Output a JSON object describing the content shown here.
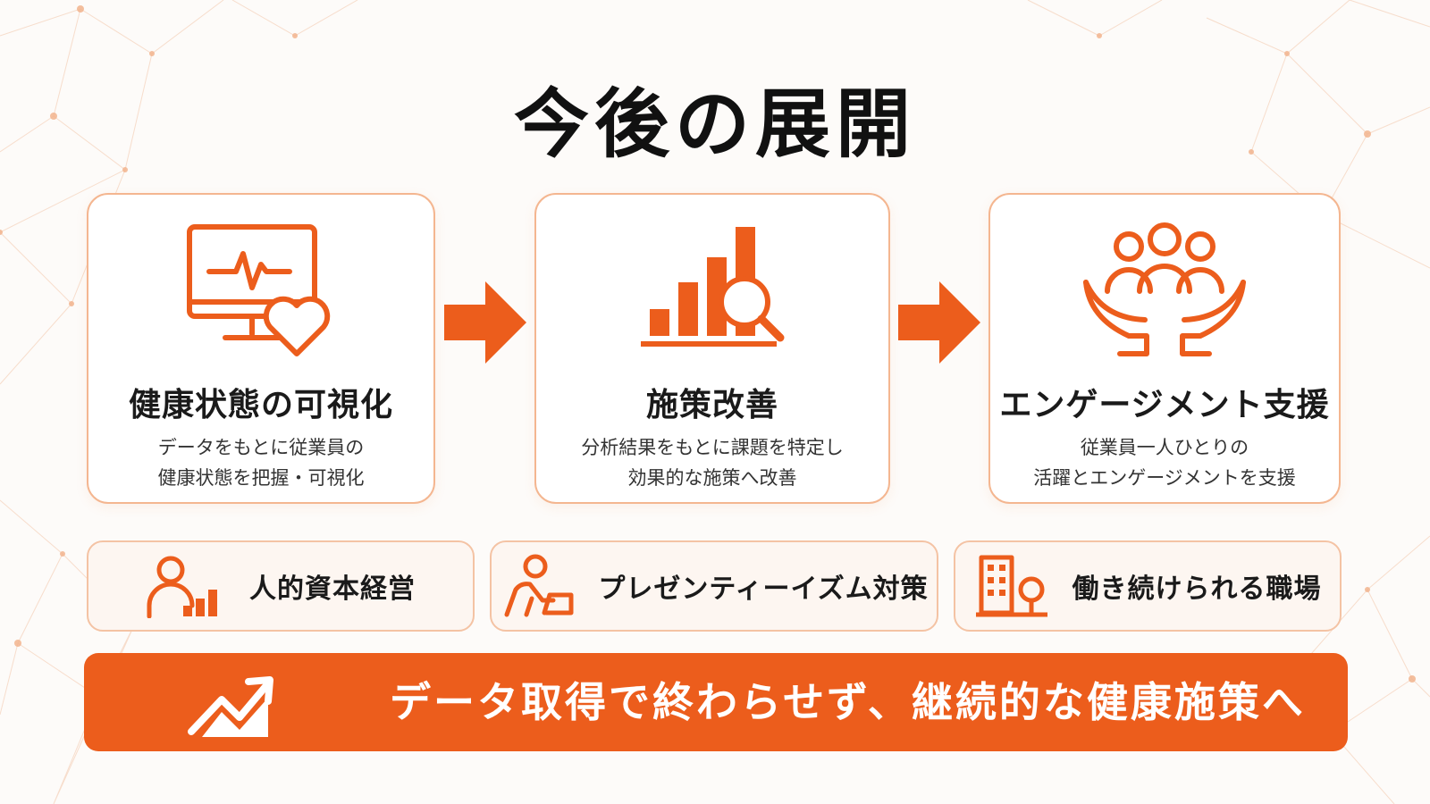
{
  "slide": {
    "title": "今後の展開",
    "accent_color": "#ec5d1c",
    "steps": [
      {
        "icon": "monitor-heart-icon",
        "title": "健康状態の可視化",
        "description": "データをもとに従業員の\n健康状態を把握・可視化"
      },
      {
        "icon": "bar-chart-magnifier-icon",
        "title": "施策改善",
        "description": "分析結果をもとに課題を特定し\n効果的な施策へ改善"
      },
      {
        "icon": "people-hands-icon",
        "title": "エンゲージメント支援",
        "description": "従業員一人ひとりの\n活躍とエンゲージメントを支援"
      }
    ],
    "pillars": [
      {
        "icon": "person-chart-icon",
        "label": "人的資本経営"
      },
      {
        "icon": "person-laptop-icon",
        "label": "プレゼンティーイズム対策"
      },
      {
        "icon": "building-tree-icon",
        "label": "働き続けられる職場"
      }
    ],
    "banner": {
      "icon": "trend-up-icon",
      "text": "データ取得で終わらせず、継続的な健康施策へ"
    }
  }
}
